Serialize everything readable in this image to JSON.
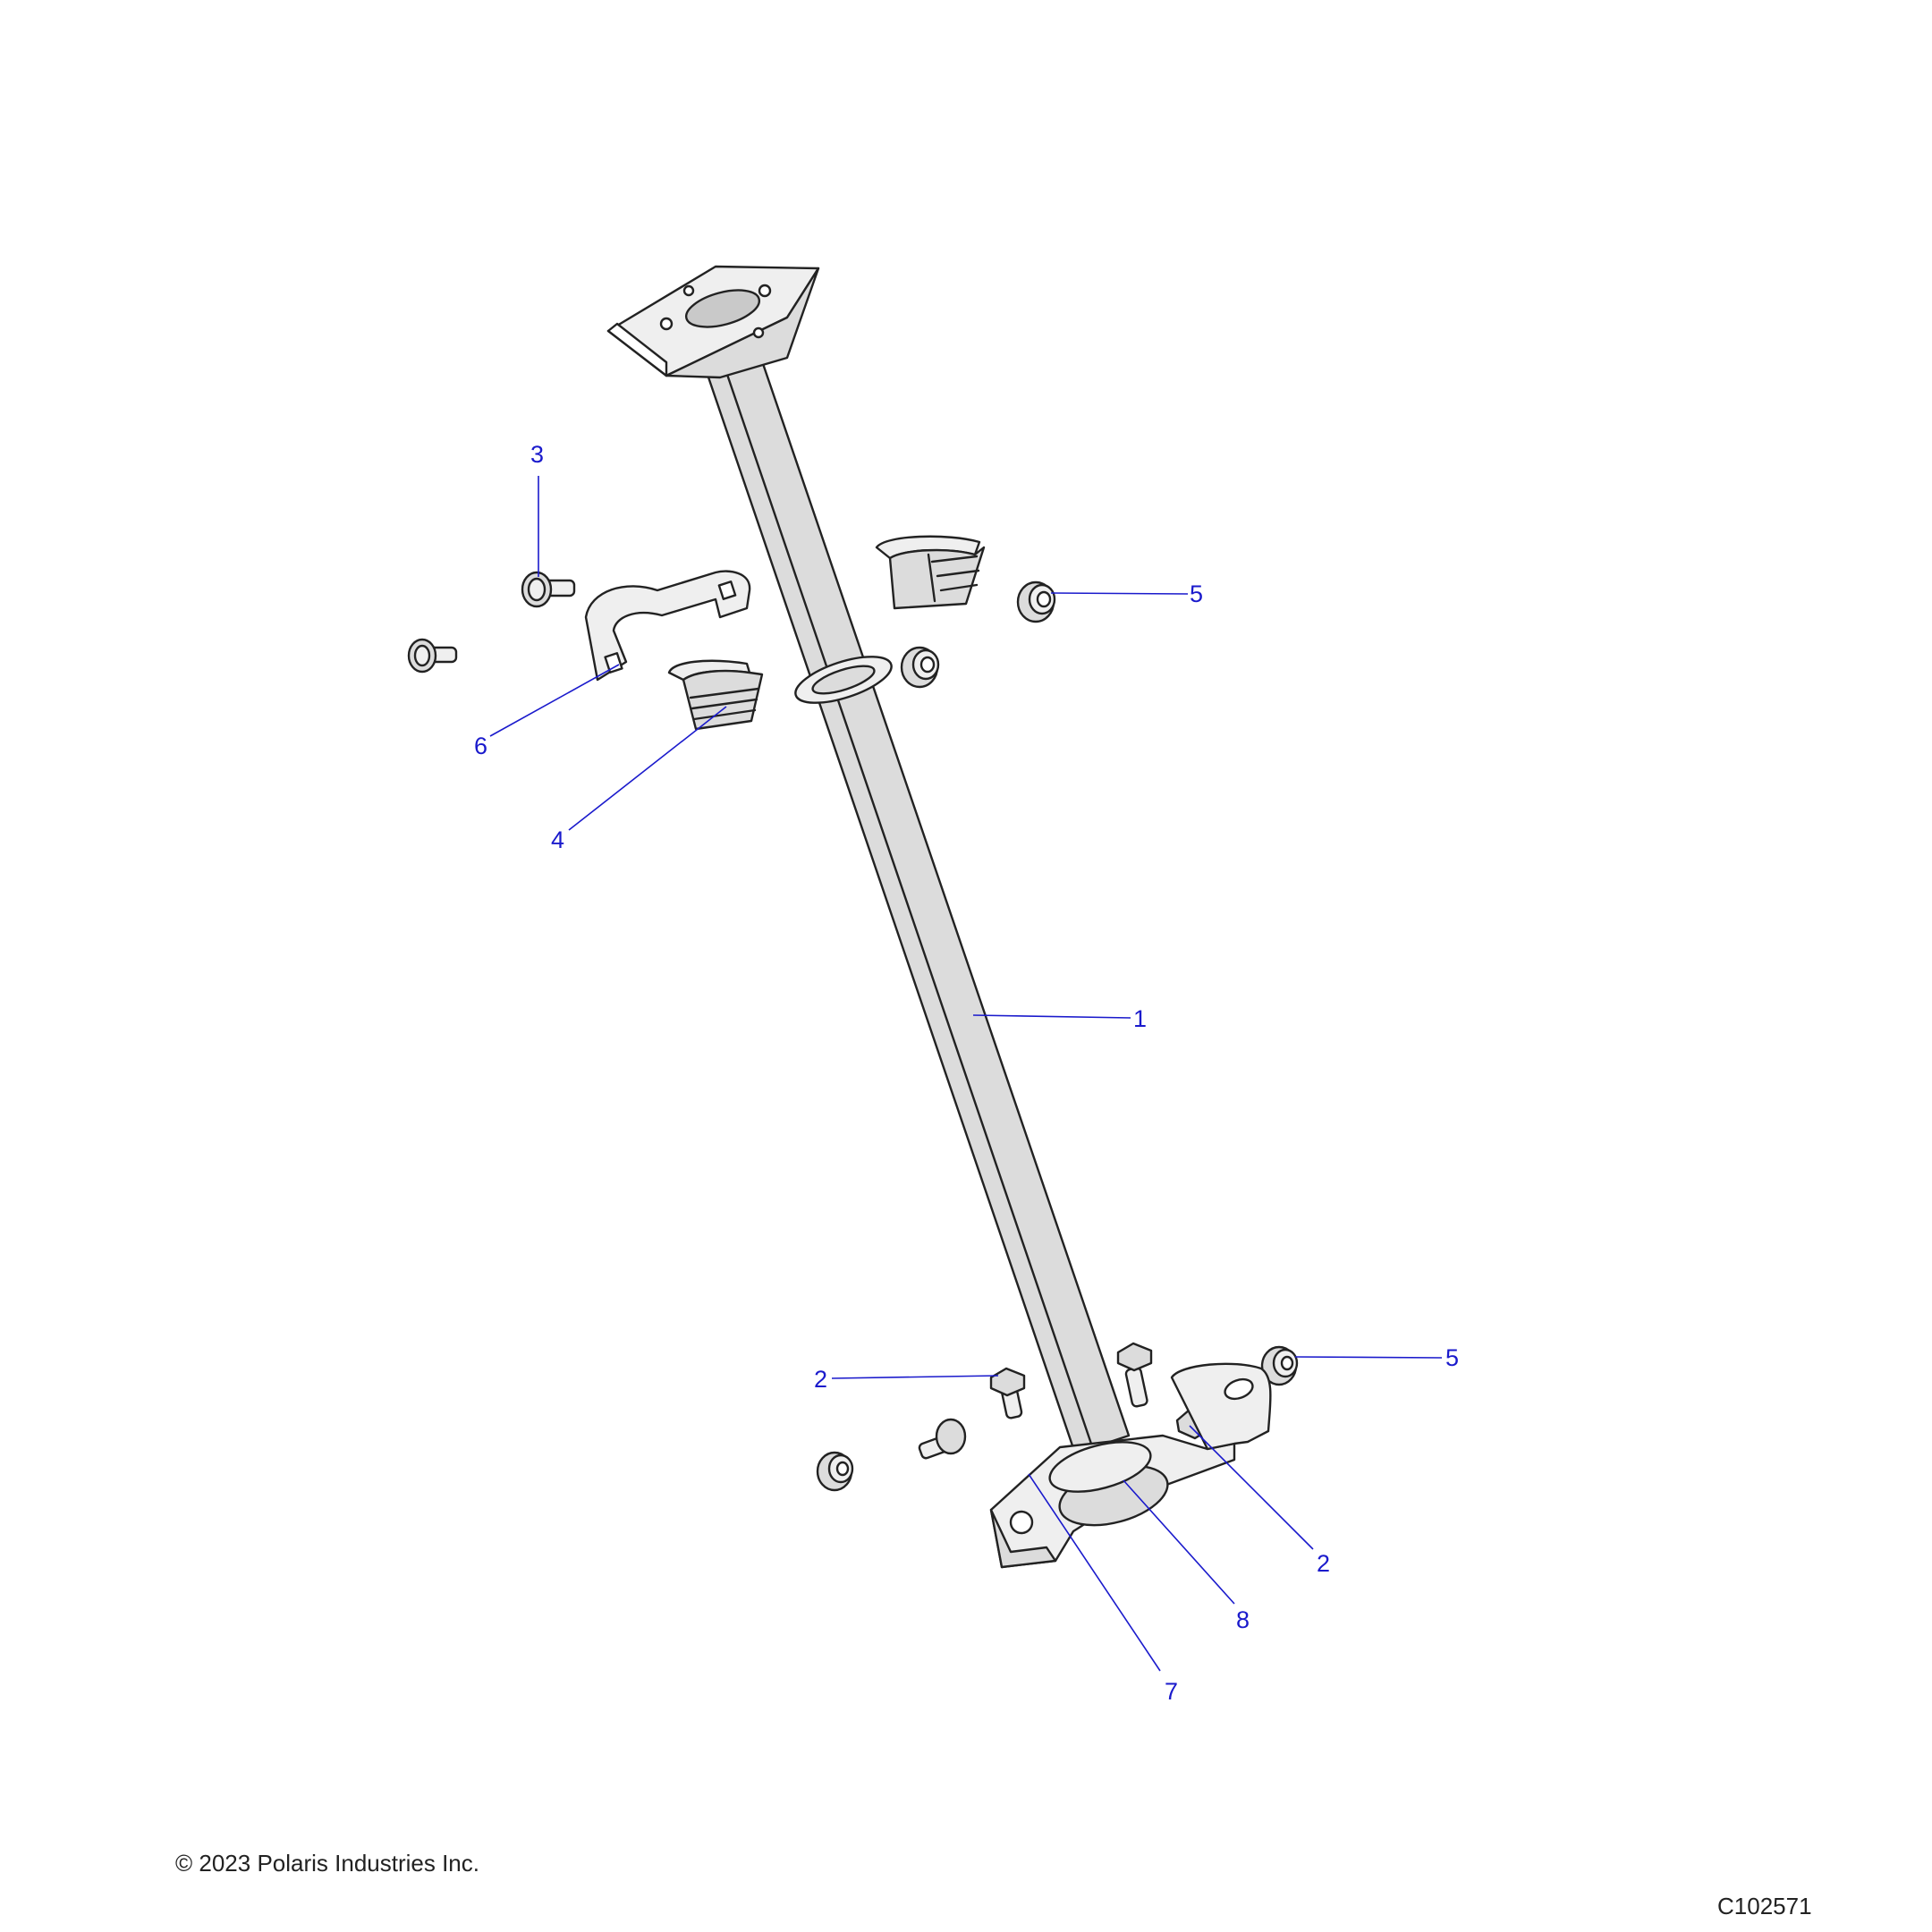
{
  "callouts": {
    "c1": "1",
    "c2a": "2",
    "c2b": "2",
    "c3": "3",
    "c4": "4",
    "c5a": "5",
    "c5b": "5",
    "c6": "6",
    "c7": "7",
    "c8": "8"
  },
  "footer": {
    "copyright": "© 2023 Polaris Industries Inc.",
    "figure_id": "C102571"
  },
  "colors": {
    "callout": "#1a1acc",
    "line_art": "#222222",
    "part_fill": "#dcdcdc"
  }
}
